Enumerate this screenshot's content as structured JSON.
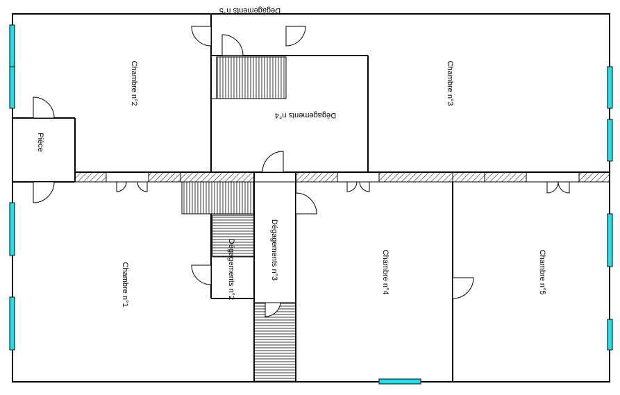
{
  "plan": {
    "rooms": [
      {
        "id": "chambre-2",
        "label": "Chambre n°2"
      },
      {
        "id": "chambre-3",
        "label": "Chambre n°3"
      },
      {
        "id": "piece",
        "label": "Pièce"
      },
      {
        "id": "degagement-5",
        "label": "Dégagements n°5"
      },
      {
        "id": "degagement-4",
        "label": "Dégagements n°4"
      },
      {
        "id": "degagement-3",
        "label": "Dégagements n°3"
      },
      {
        "id": "degagement-2",
        "label": "Dégagements n°2"
      },
      {
        "id": "chambre-1",
        "label": "Chambre n°1"
      },
      {
        "id": "chambre-4",
        "label": "Chambre n°4"
      },
      {
        "id": "chambre-5",
        "label": "Chambre n°5"
      }
    ],
    "colors": {
      "wall": "#000000",
      "window": "#1ee0ea",
      "background": "#ffffff"
    }
  }
}
